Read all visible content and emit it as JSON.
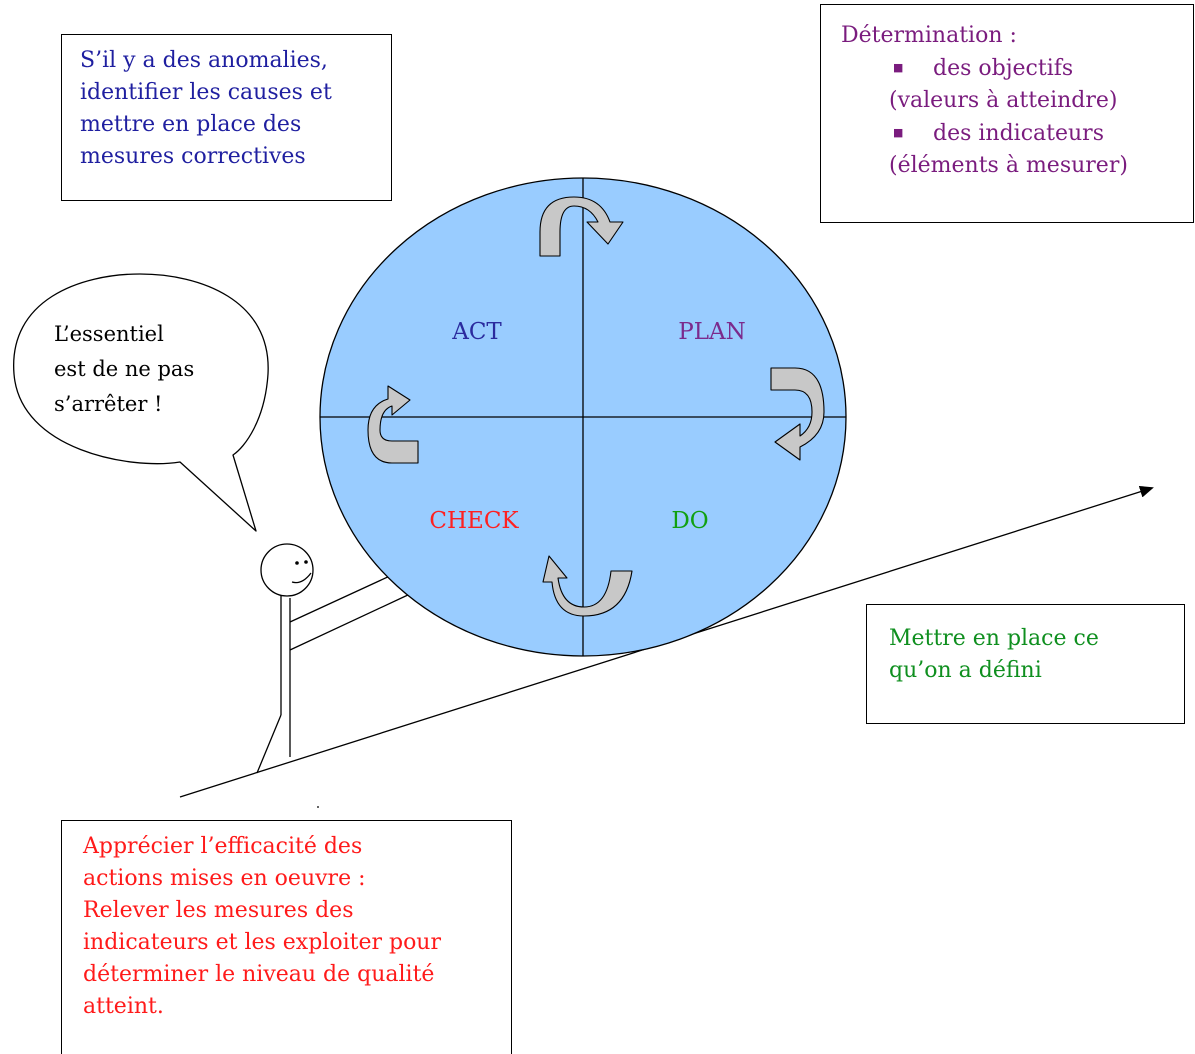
{
  "phases": {
    "act": {
      "label": "ACT",
      "color": "#2b2b9e"
    },
    "plan": {
      "label": "PLAN",
      "color": "#7b2a8c"
    },
    "check": {
      "label": "CHECK",
      "color": "#ff2020"
    },
    "do": {
      "label": "DO",
      "color": "#11a011"
    }
  },
  "act_box": {
    "lines": [
      "S’il y a des anomalies,",
      "identifier les causes et",
      "mettre en place des",
      "mesures correctives"
    ]
  },
  "plan_box": {
    "title": "Détermination :",
    "bullet_1": "des objectifs",
    "bullet_1_detail": "(valeurs à atteindre)",
    "bullet_2": "des indicateurs",
    "bullet_2_detail": "(éléments à mesurer)"
  },
  "do_box": {
    "lines": [
      "Mettre en place ce",
      "qu’on a défini"
    ]
  },
  "check_box": {
    "lines": [
      "Apprécier l’efficacité des",
      "actions mises en oeuvre :",
      "Relever les mesures des",
      "indicateurs et les exploiter pour",
      "déterminer le niveau de qualité",
      "atteint."
    ]
  },
  "speech_bubble": {
    "lines": [
      "L’essentiel",
      "est de ne pas",
      "s’arrêter !"
    ]
  },
  "colors": {
    "circle_fill": "#99ccff",
    "arrow_fill": "#c8c8c8"
  }
}
